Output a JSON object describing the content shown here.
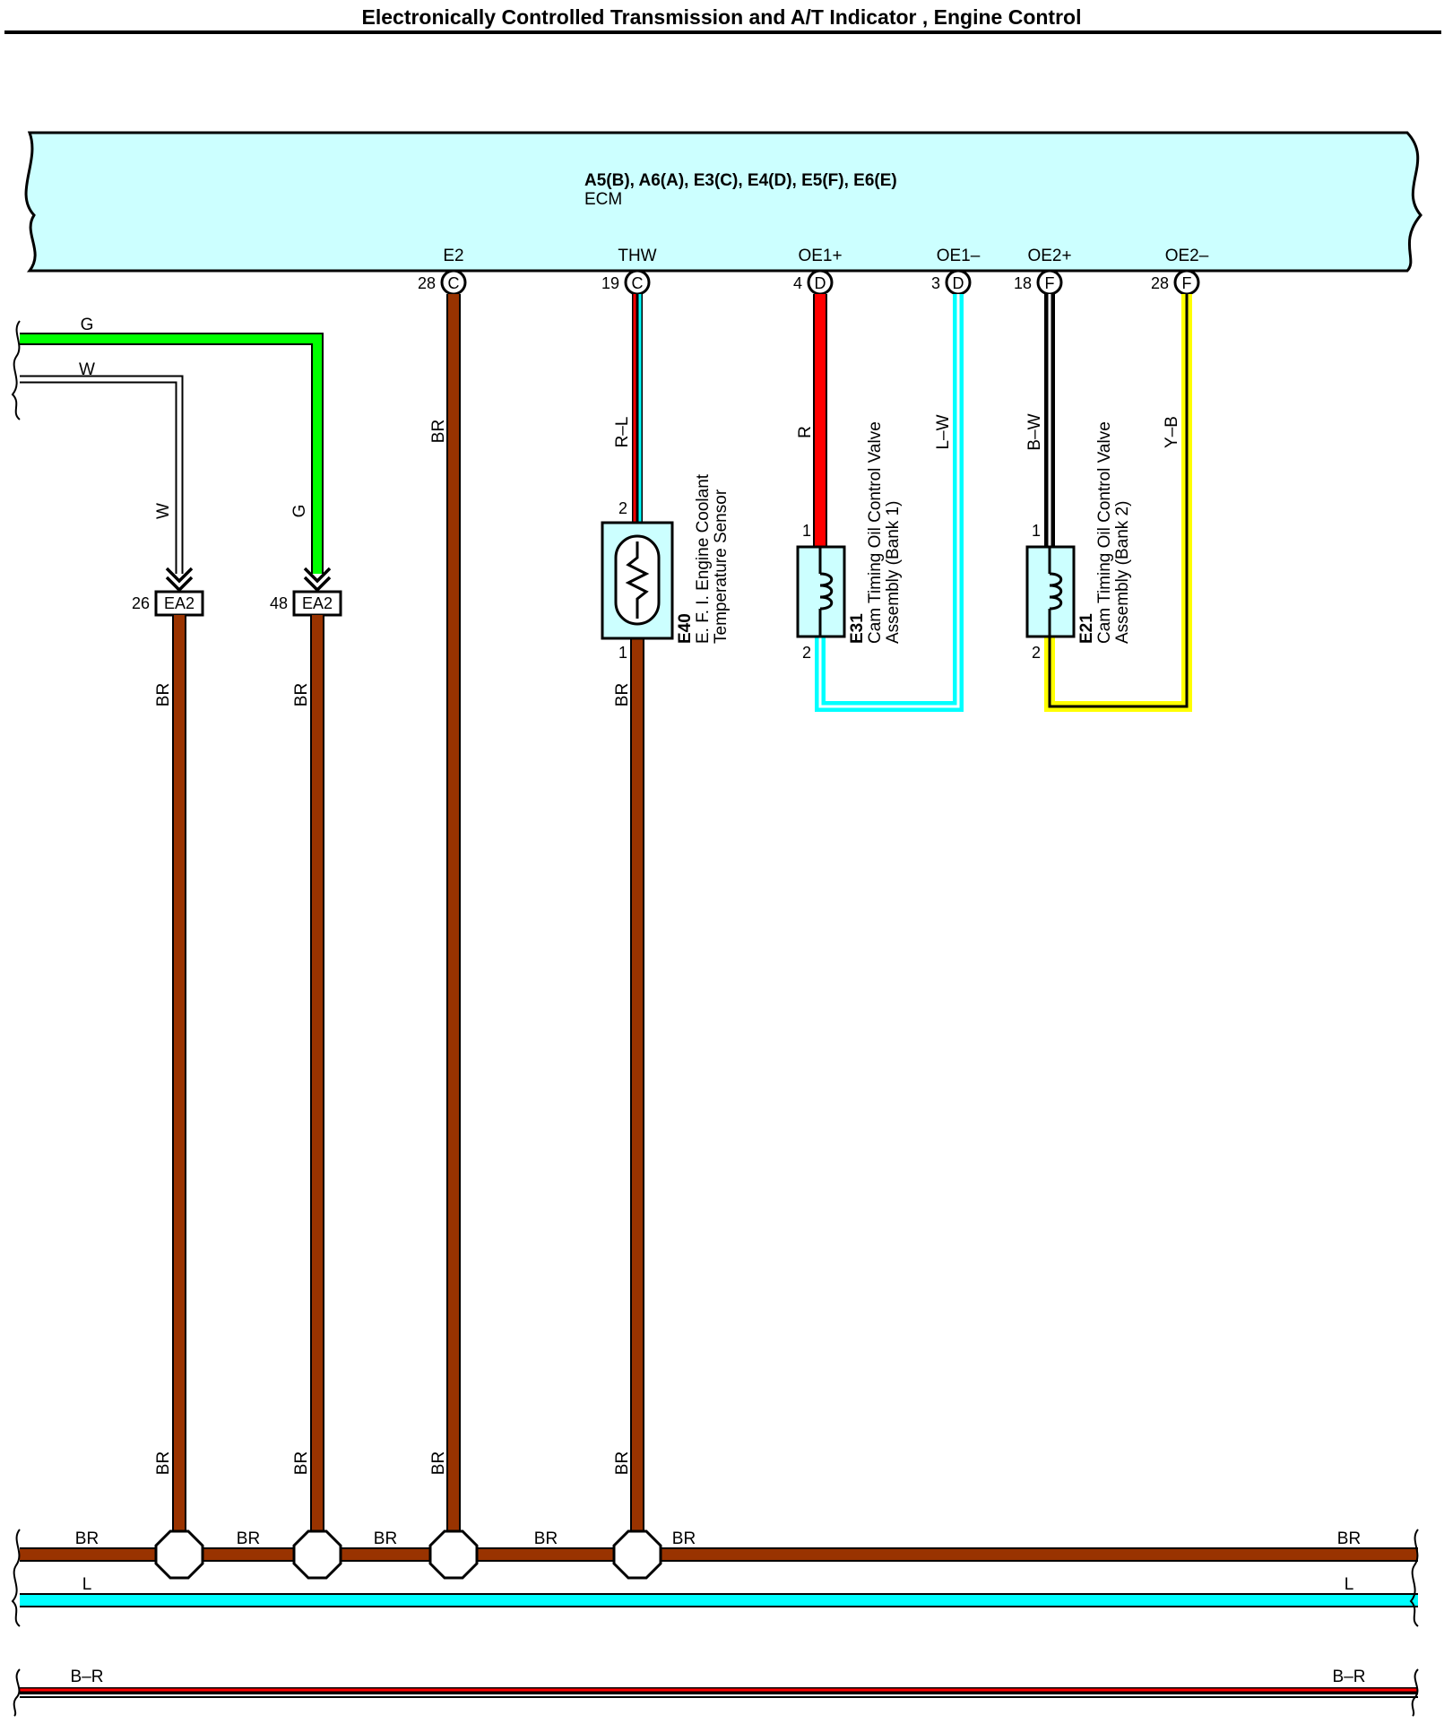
{
  "title": "Electronically Controlled Transmission and A/T Indicator , Engine Control",
  "ecm": {
    "connectors": "A5(B), A6(A), E3(C), E4(D), E5(F), E6(E)",
    "name": "ECM"
  },
  "terminals": [
    {
      "name": "E2",
      "pin": "28",
      "conn": "C"
    },
    {
      "name": "THW",
      "pin": "19",
      "conn": "C"
    },
    {
      "name": "OE1+",
      "pin": "4",
      "conn": "D"
    },
    {
      "name": "OE1–",
      "pin": "3",
      "conn": "D"
    },
    {
      "name": "OE2+",
      "pin": "18",
      "conn": "F"
    },
    {
      "name": "OE2–",
      "pin": "28",
      "conn": "F"
    }
  ],
  "wires": {
    "g": "G",
    "w": "W",
    "br": "BR",
    "rl": "R–L",
    "r": "R",
    "lw": "L–W",
    "bw": "B–W",
    "yb": "Y–B",
    "l": "L",
    "br2": "B–R"
  },
  "connectors": [
    {
      "pin": "26",
      "name": "EA2"
    },
    {
      "pin": "48",
      "name": "EA2"
    }
  ],
  "components": {
    "e40": {
      "code": "E40",
      "line1": "E. F. I. Engine Coolant",
      "line2": "Temperature Sensor",
      "pin_top": "2",
      "pin_bottom": "1"
    },
    "e31": {
      "code": "E31",
      "line1": "Cam Timing Oil Control Valve",
      "line2": "Assembly (Bank 1)",
      "pin_top": "1",
      "pin_bottom": "2"
    },
    "e21": {
      "code": "E21",
      "line1": "Cam Timing Oil Control Valve",
      "line2": "Assembly (Bank 2)",
      "pin_top": "1",
      "pin_bottom": "2"
    }
  },
  "colors": {
    "ecm_fill": "#ccffff",
    "brown": "#993300",
    "green": "#00ff00",
    "red": "#ff0000",
    "cyan": "#00ffff",
    "yellow": "#ffff00",
    "black": "#000000",
    "white": "#ffffff"
  }
}
